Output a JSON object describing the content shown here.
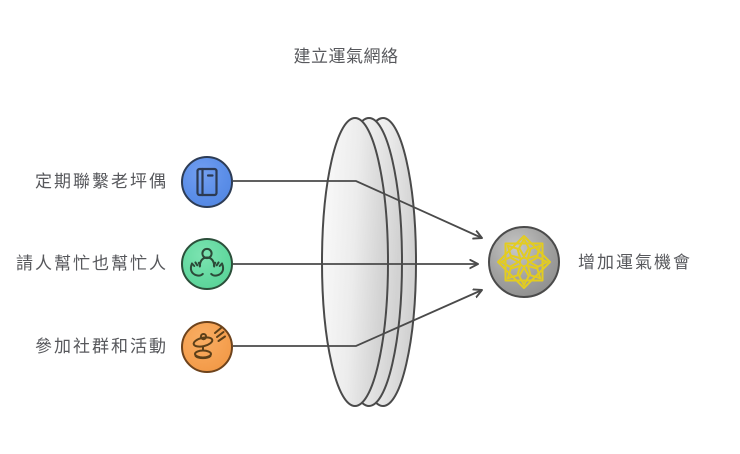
{
  "title": "建立運氣網絡",
  "flow": {
    "direction": "left-to-right",
    "connector_color": "#4a4a4a",
    "lens": {
      "shape": "convex-lens",
      "fill_light": "#fafafa",
      "fill_dark": "#d2d2d2",
      "stroke": "#4a4a4a"
    }
  },
  "inputs": [
    {
      "label": "定期聯繫老坪偶",
      "icon": "notebook-icon",
      "circle_color": "#5b8ee8",
      "border_color": "#2d3c55"
    },
    {
      "label": "請人幫忙也幫忙人",
      "icon": "helping-hands-icon",
      "circle_color": "#63d9a0",
      "border_color": "#2b4f3a"
    },
    {
      "label": "參加社群和活動",
      "icon": "spinner-activity-icon",
      "circle_color": "#f5a050",
      "border_color": "#6e431c"
    }
  ],
  "output": {
    "label": "增加運氣機會",
    "icon": "luck-rosette-icon",
    "circle_color": "#9a9a99",
    "border_color": "#4b4b4b",
    "rosette_color": "#e3cc20"
  },
  "text_color": "#57585c"
}
